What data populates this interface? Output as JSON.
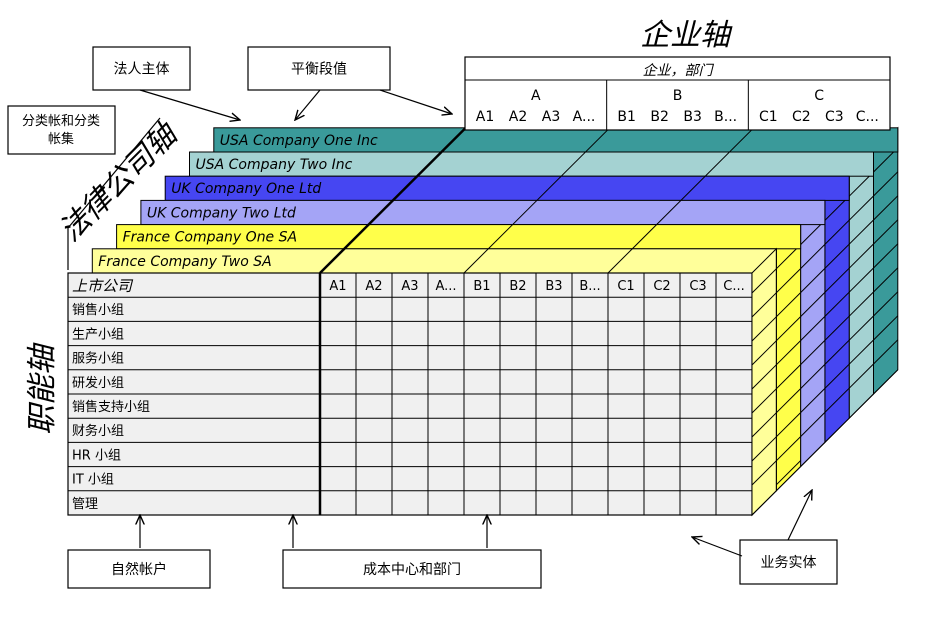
{
  "enterprise_axis": {
    "title": "企业轴",
    "header": "企业，部门",
    "groups": [
      {
        "name": "A",
        "columns": [
          "A1",
          "A2",
          "A3",
          "A..."
        ]
      },
      {
        "name": "B",
        "columns": [
          "B1",
          "B2",
          "B3",
          "B..."
        ]
      },
      {
        "name": "C",
        "columns": [
          "C1",
          "C2",
          "C3",
          "C..."
        ]
      }
    ]
  },
  "legal_axis": {
    "title": "法律公司轴",
    "companies": [
      {
        "name": "USA Company One Inc",
        "color": "#3a9a9a"
      },
      {
        "name": "USA Company Two Inc",
        "color": "#a4d2d2"
      },
      {
        "name": "UK Company One Ltd",
        "color": "#4646f2"
      },
      {
        "name": "UK Company Two Ltd",
        "color": "#a4a4f6"
      },
      {
        "name": "France Company One SA",
        "color": "#ffff4a"
      },
      {
        "name": "France Company Two SA",
        "color": "#ffff9a"
      }
    ]
  },
  "functional_axis": {
    "title": "职能轴",
    "header": "上市公司",
    "rows": [
      "销售小组",
      "生产小组",
      "服务小组",
      "研发小组",
      "销售支持小组",
      "财务小组",
      "HR 小组",
      "IT 小组",
      "管理"
    ]
  },
  "callouts": {
    "legal_entity": "法人主体",
    "balancing_segment": "平衡段值",
    "ledgers": "分类帐和分类帐集",
    "natural_account": "自然帐户",
    "cost_center": "成本中心和部门",
    "business_unit": "业务实体"
  },
  "colors": {
    "grid_bg": "#f0f0f0",
    "border": "#000000"
  }
}
